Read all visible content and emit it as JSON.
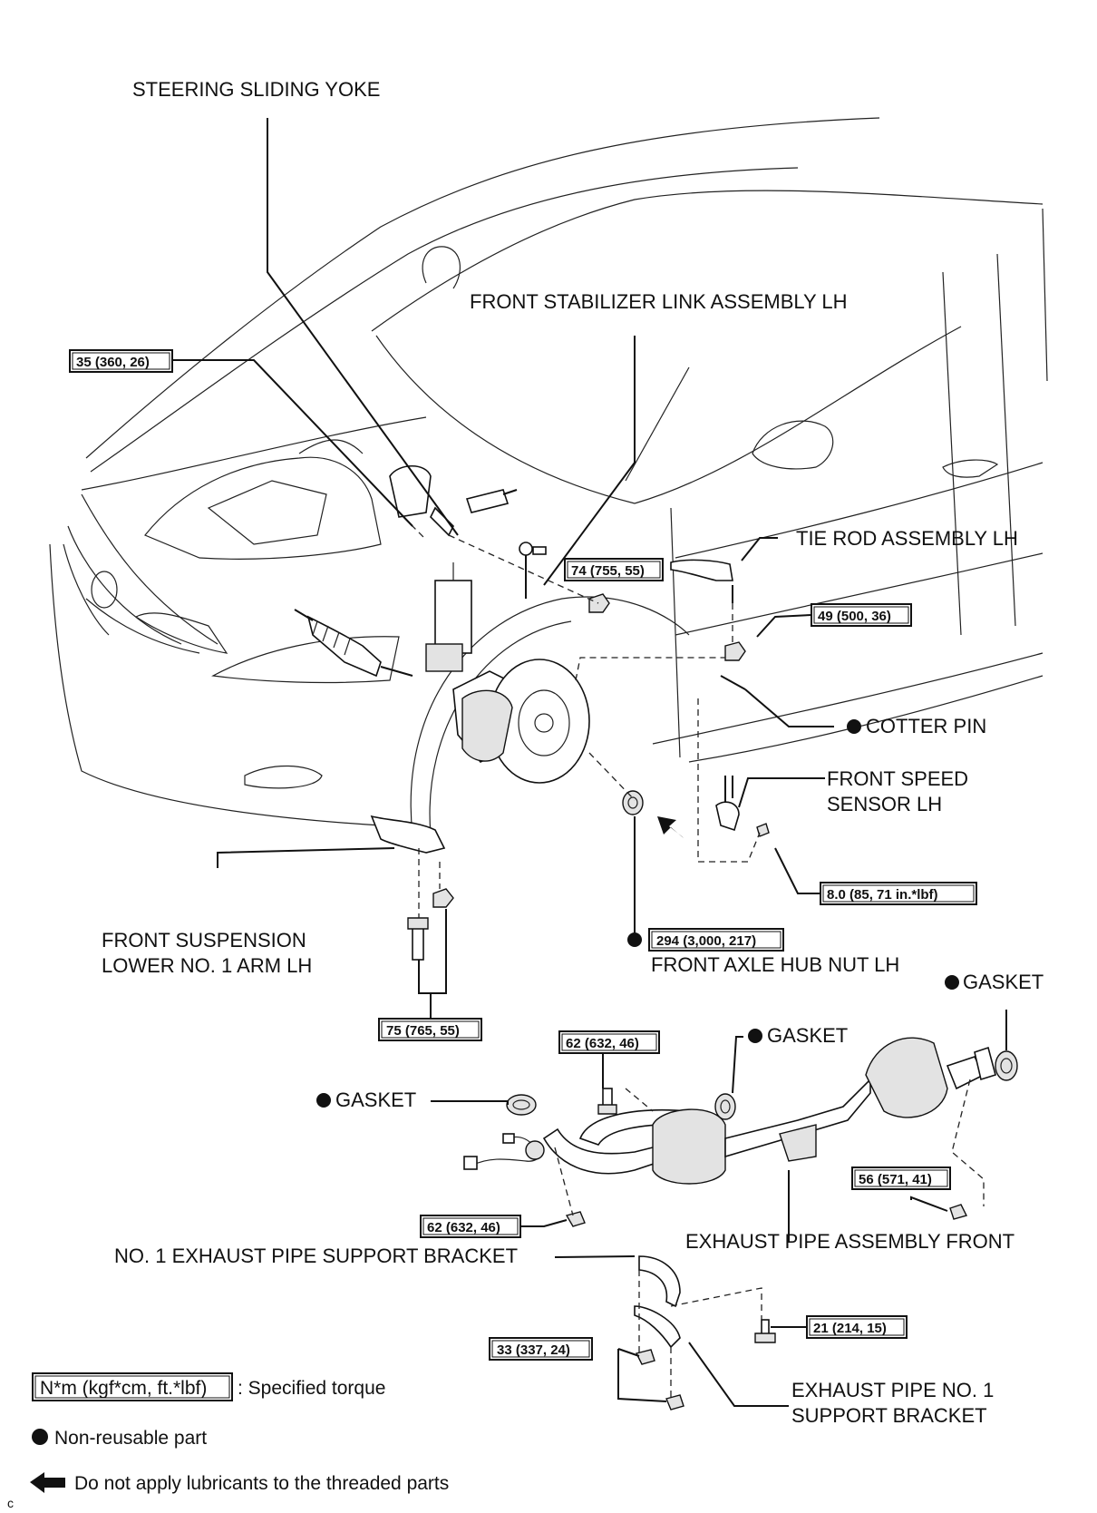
{
  "labels": {
    "steering_yoke": "STEERING SLIDING YOKE",
    "stabilizer_link": "FRONT STABILIZER LINK ASSEMBLY LH",
    "tie_rod": "TIE ROD ASSEMBLY LH",
    "cotter_pin": "COTTER PIN",
    "speed_sensor_1": "FRONT SPEED",
    "speed_sensor_2": "SENSOR LH",
    "lower_arm_1": "FRONT SUSPENSION",
    "lower_arm_2": "LOWER NO. 1 ARM LH",
    "hub_nut": "FRONT AXLE HUB NUT LH",
    "gasket_right": "GASKET",
    "gasket_mid": "GASKET",
    "gasket_left": "GASKET",
    "exhaust_pipe": "EXHAUST PIPE ASSEMBLY FRONT",
    "no1_bracket": "NO. 1 EXHAUST PIPE SUPPORT BRACKET",
    "support_bracket_1": "EXHAUST PIPE NO. 1",
    "support_bracket_2": "SUPPORT BRACKET"
  },
  "torques": {
    "t35": "35 (360, 26)",
    "t74": "74 (755, 55)",
    "t49": "49 (500, 36)",
    "t8": "8.0 (85, 71 in.*lbf)",
    "t294": "294 (3,000, 217)",
    "t75": "75 (765, 55)",
    "t62a": "62 (632, 46)",
    "t62b": "62 (632, 46)",
    "t56": "56 (571, 41)",
    "t21": "21 (214, 15)",
    "t33": "33 (337, 24)"
  },
  "legend": {
    "unit_box": "N*m (kgf*cm, ft.*lbf)",
    "unit_desc": ": Specified torque",
    "non_reusable": "Non-reusable part",
    "no_lubricant": "Do not apply lubricants to the threaded parts"
  },
  "corner_mark": "c"
}
